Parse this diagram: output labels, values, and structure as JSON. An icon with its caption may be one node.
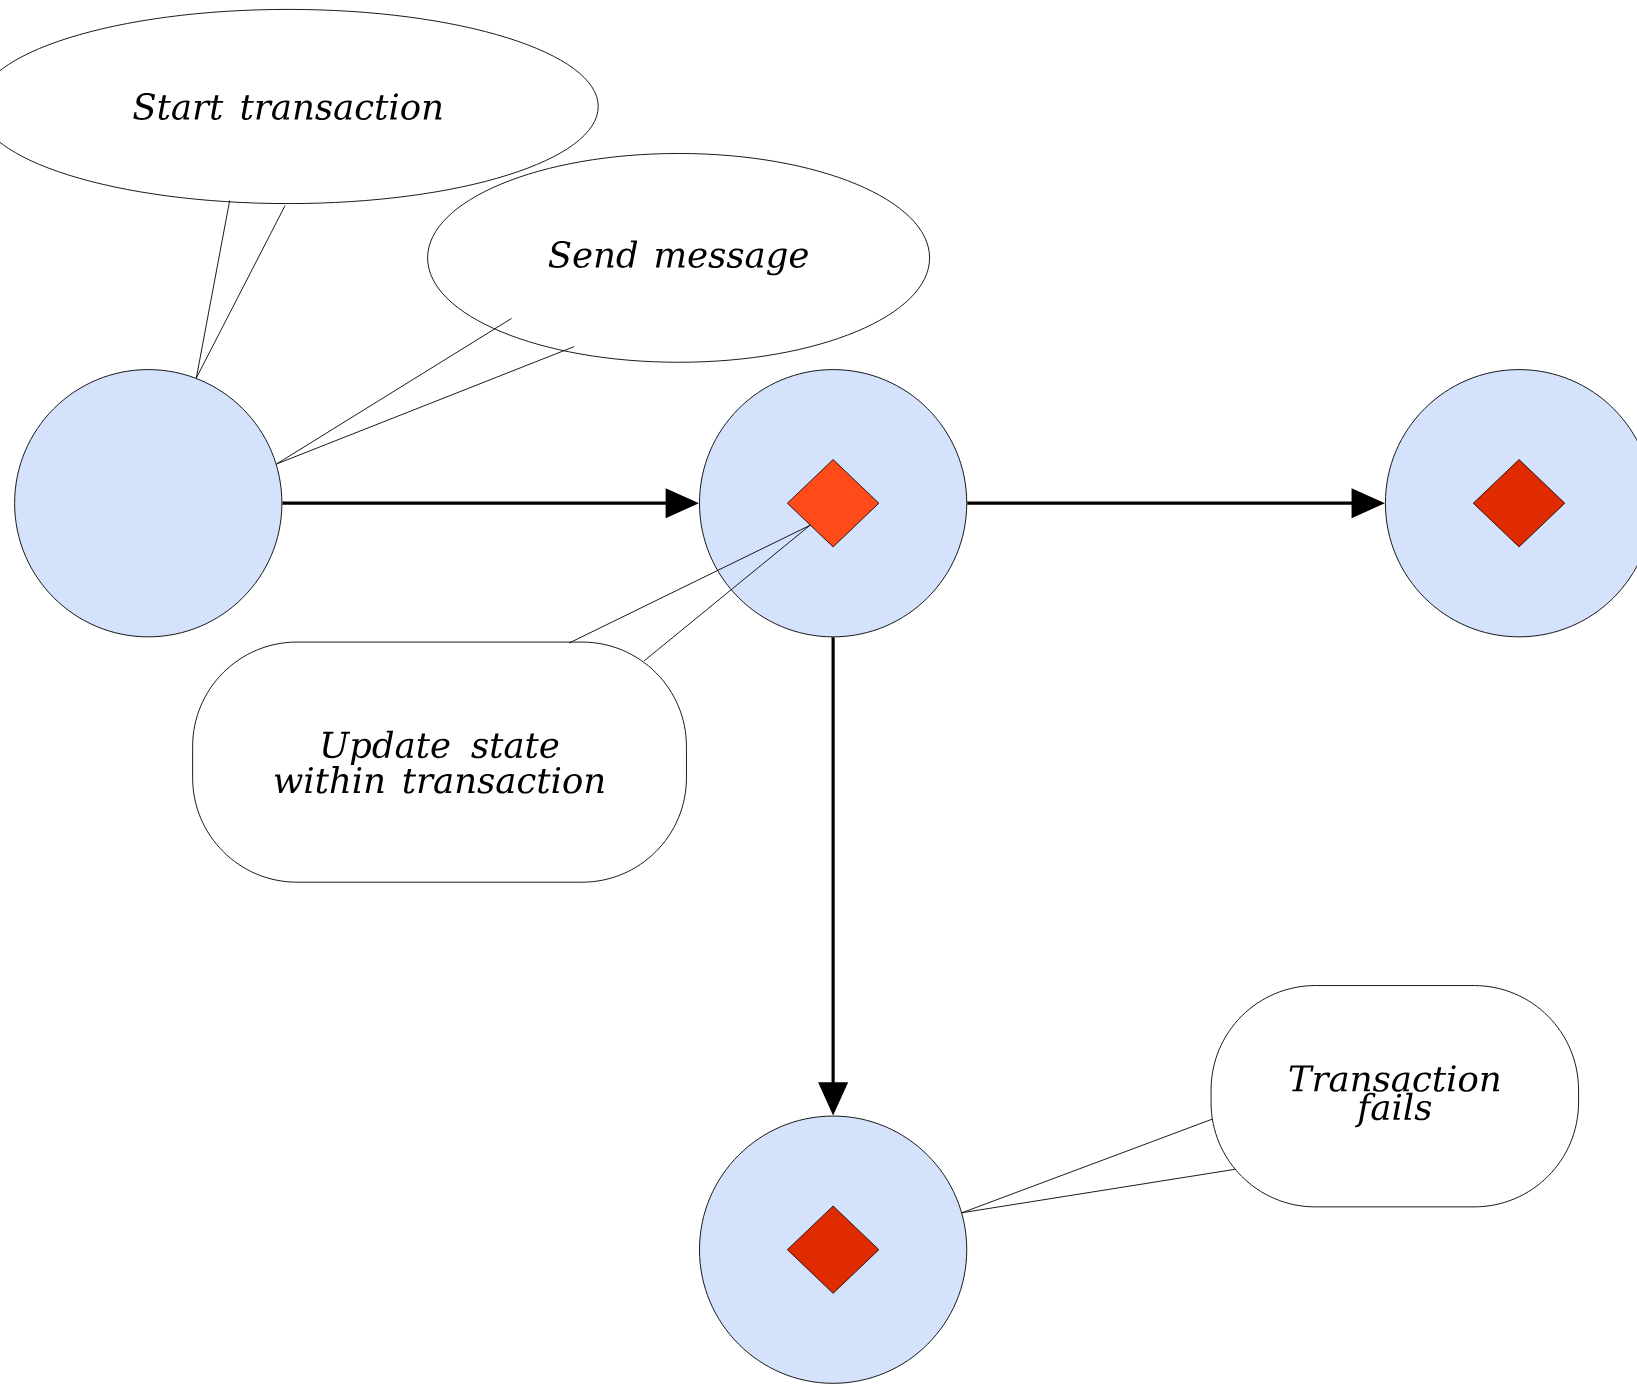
{
  "diagram": {
    "nodes": [
      {
        "text": [
          "Start transaction"
        ]
      },
      {
        "text": [
          "Send message"
        ]
      },
      {
        "text": [],
        "shape": "circle"
      },
      {
        "text": [],
        "shape": "circle"
      },
      {
        "text": [],
        "shape": "diamond",
        "in": 3
      },
      {
        "text": [],
        "shape": "circle"
      },
      {
        "text": [],
        "shape": "diamond",
        "in": 5
      },
      {
        "text": [
          "Update state within transaction"
        ]
      },
      {
        "text": [
          "Transaction fails"
        ]
      },
      {
        "text": [],
        "shape": "circle"
      },
      {
        "text": [],
        "shape": "diamond",
        "in": 9
      }
    ],
    "edges": [
      {
        "from": 2,
        "to": 3,
        "arrow": "to"
      },
      {
        "from": 3,
        "to": 5,
        "arrow": "to"
      },
      {
        "from": 3,
        "to": 9,
        "arrow": "to"
      },
      {
        "from": 0,
        "to": 2,
        "arrow": "none"
      },
      {
        "from": 1,
        "to": 2,
        "arrow": "none"
      },
      {
        "from": 7,
        "to": 4,
        "arrow": "none"
      },
      {
        "from": 8,
        "to": 9,
        "arrow": "none"
      }
    ]
  }
}
